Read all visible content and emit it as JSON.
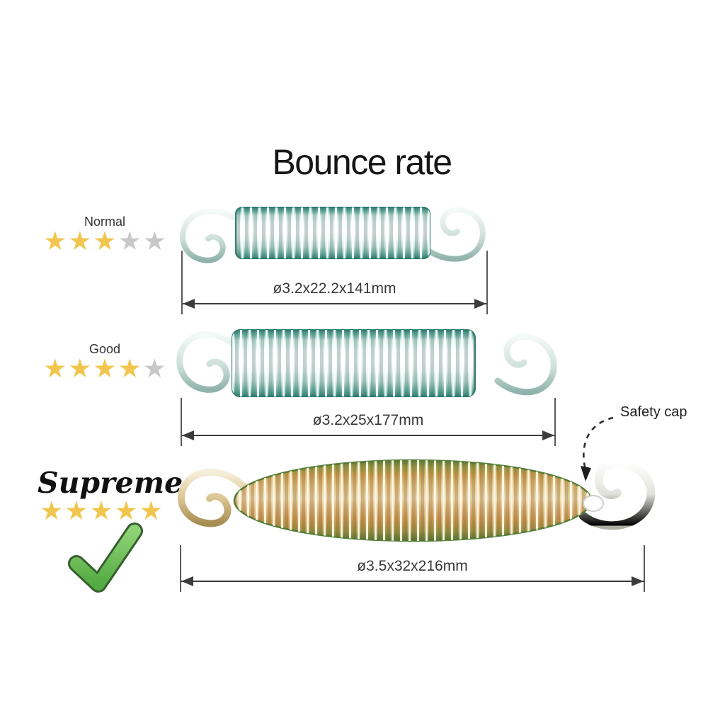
{
  "title": "Bounce rate",
  "rows": [
    {
      "grade": "Normal",
      "rating": {
        "filled": 3,
        "total": 5
      },
      "dimension": "ø3.2x22.2x141mm",
      "spring_style": "silver-teal"
    },
    {
      "grade": "Good",
      "rating": {
        "filled": 4,
        "total": 5
      },
      "dimension": "ø3.2x25x177mm",
      "spring_style": "silver-teal"
    },
    {
      "grade": "Supreme",
      "rating": {
        "filled": 5,
        "total": 5
      },
      "dimension": "ø3.5x32x216mm",
      "spring_style": "gold-green",
      "approved": true
    }
  ],
  "annotation": {
    "safety_cap_label": "Safety cap"
  },
  "icons": {
    "star": "★"
  },
  "colors": {
    "title_color": "#161616",
    "star_gold": "#F2C64E",
    "star_gray": "#C8C8C8",
    "check_green": "#67BF54",
    "line_color": "#3C3C3C",
    "spring_teal": "#37897B",
    "spring_gold": "#D8AE62"
  }
}
